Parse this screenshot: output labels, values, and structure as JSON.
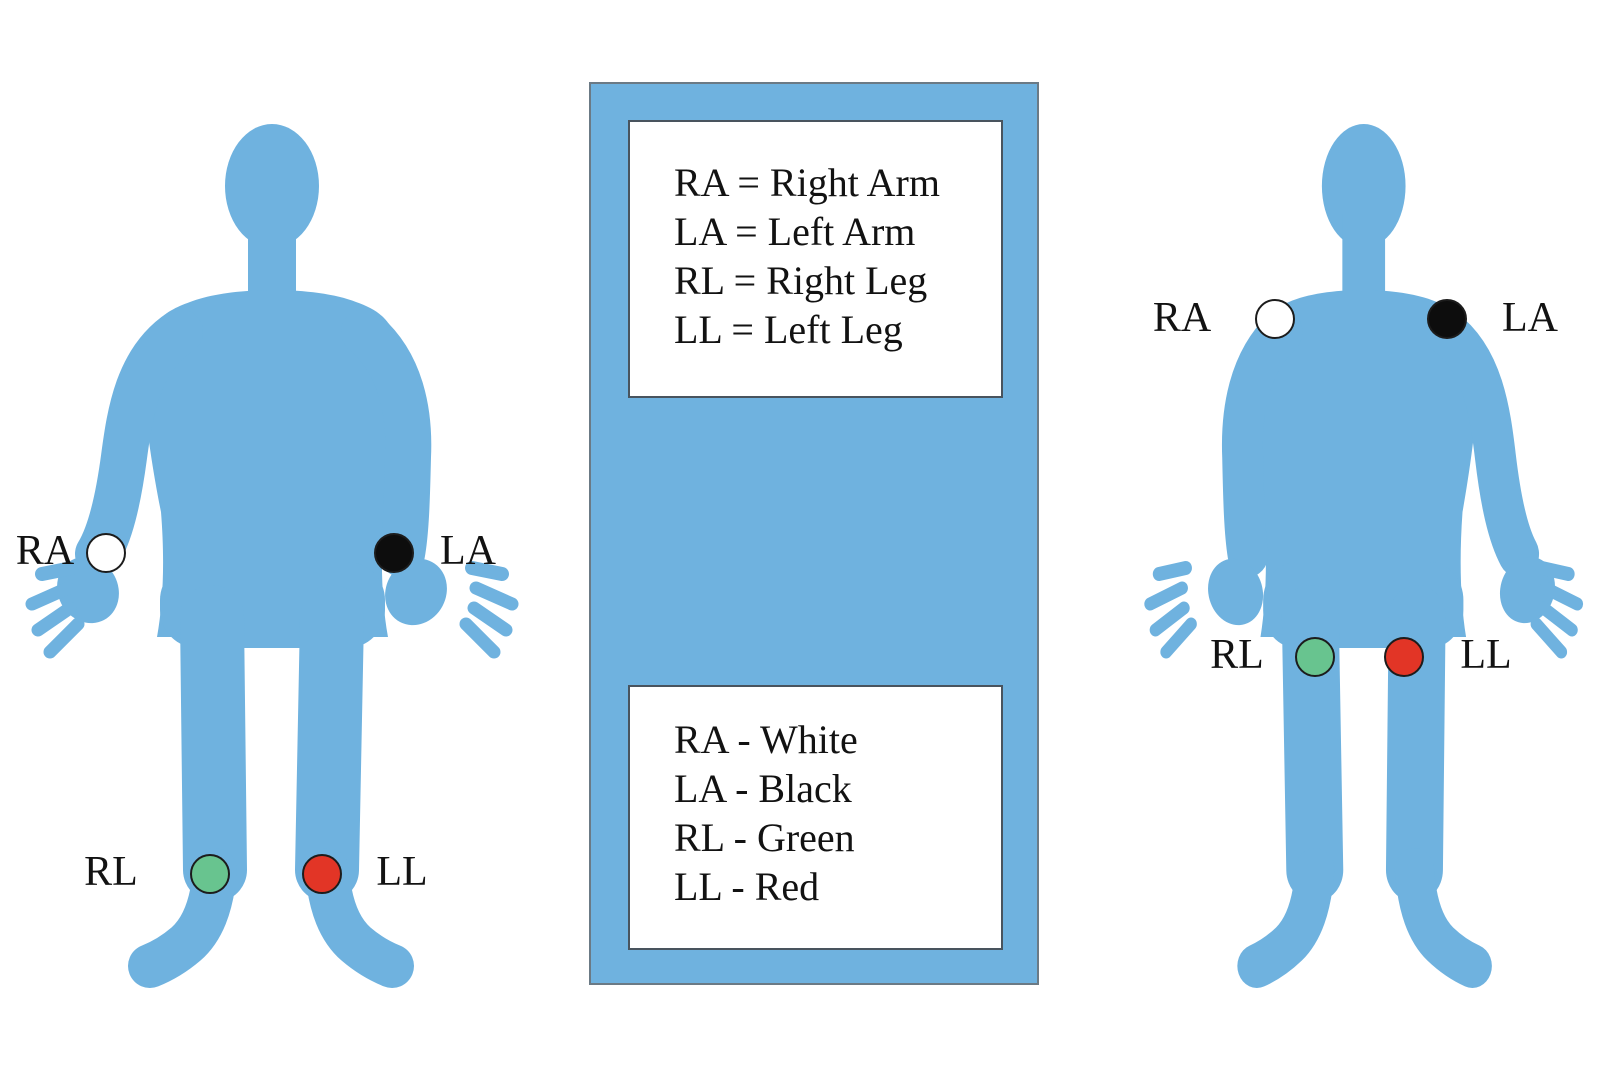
{
  "legend_definitions": {
    "line1": "RA = Right Arm",
    "line2": "LA = Left Arm",
    "line3": "RL = Right Leg",
    "line4": "LL = Left Leg"
  },
  "legend_colors": {
    "line1": "RA - White",
    "line2": "LA - Black",
    "line3": "RL - Green",
    "line4": "LL - Red"
  },
  "left_figure": {
    "ra_label": "RA",
    "la_label": "LA",
    "rl_label": "RL",
    "ll_label": "LL"
  },
  "right_figure": {
    "ra_label": "RA",
    "la_label": "LA",
    "rl_label": "RL",
    "ll_label": "LL"
  },
  "palette": {
    "body": "#6FB2DF",
    "panel": "#6FB2DF",
    "electrode_white": "#FFFFFF",
    "electrode_black": "#0D0D0D",
    "electrode_green": "#68C48F",
    "electrode_red": "#E23526"
  }
}
